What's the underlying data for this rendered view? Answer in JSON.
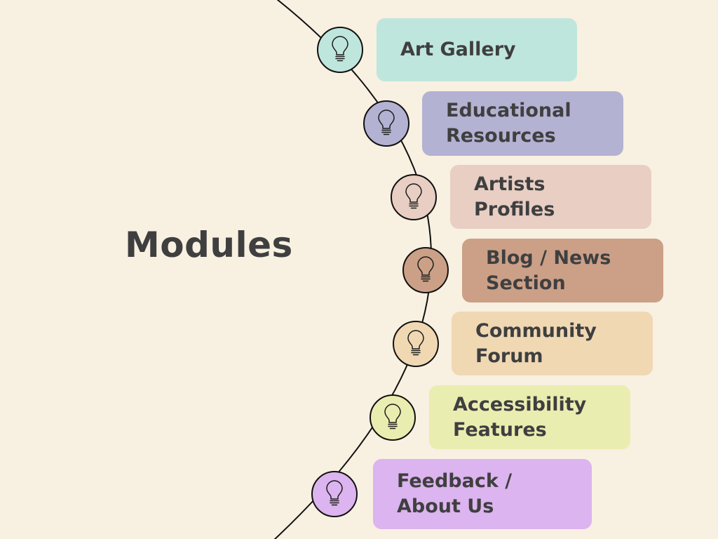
{
  "title": "Modules",
  "modules": [
    {
      "label": "Art Gallery",
      "color": "#bfe6dd",
      "icon": "lightbulb-icon"
    },
    {
      "label": "Educational\nResources",
      "color": "#b3b2d2",
      "icon": "lightbulb-icon"
    },
    {
      "label": "Artists\nProfiles",
      "color": "#e8cec3",
      "icon": "lightbulb-icon"
    },
    {
      "label": "Blog / News\nSection",
      "color": "#cba087",
      "icon": "lightbulb-icon"
    },
    {
      "label": "Community\nForum",
      "color": "#f0d8b3",
      "icon": "lightbulb-icon"
    },
    {
      "label": "Accessibility\nFeatures",
      "color": "#eaedb0",
      "icon": "lightbulb-icon"
    },
    {
      "label": "Feedback /\nAbout Us",
      "color": "#dcb4ef",
      "icon": "lightbulb-icon"
    }
  ]
}
